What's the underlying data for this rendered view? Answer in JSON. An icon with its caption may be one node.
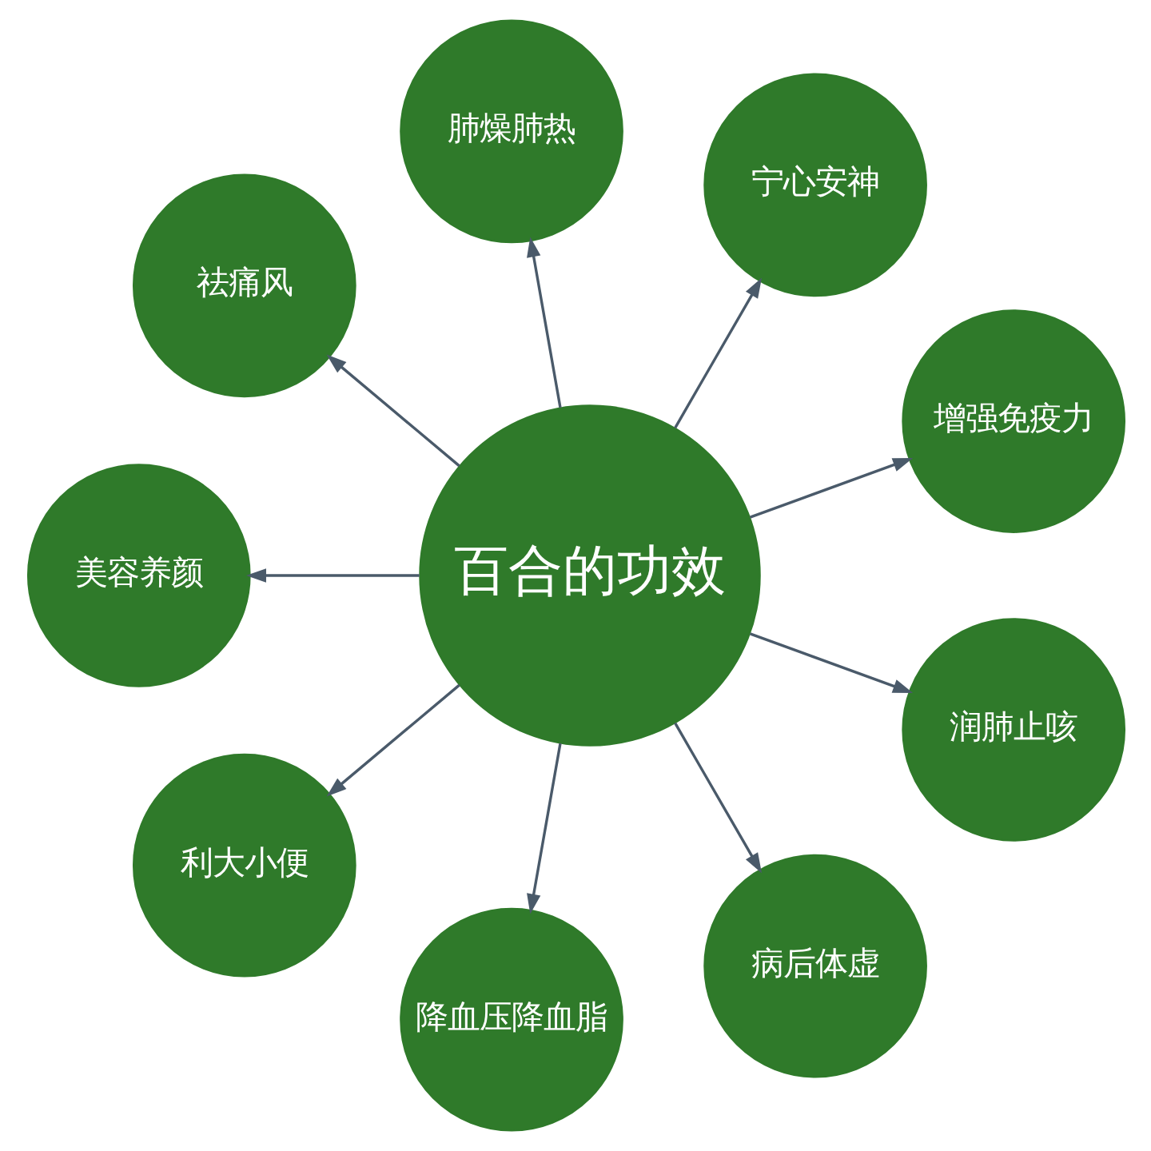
{
  "diagram": {
    "nodes": [
      {
        "text": [
          "百合的功效"
        ]
      },
      {
        "text": [
          "增强免疫力"
        ]
      },
      {
        "text": [
          "宁心安神"
        ]
      },
      {
        "text": [
          "肺燥肺热"
        ]
      },
      {
        "text": [
          "祛痛风"
        ]
      },
      {
        "text": [
          "美容养颜"
        ]
      },
      {
        "text": [
          "利大小便"
        ]
      },
      {
        "text": [
          "降血压降血脂"
        ]
      },
      {
        "text": [
          "病后体虚"
        ]
      },
      {
        "text": [
          "润肺止咳"
        ]
      }
    ],
    "edges": [
      {
        "from": 0,
        "to": 1,
        "arrow": "to"
      },
      {
        "from": 0,
        "to": 2,
        "arrow": "to"
      },
      {
        "from": 0,
        "to": 3,
        "arrow": "to"
      },
      {
        "from": 0,
        "to": 4,
        "arrow": "to"
      },
      {
        "from": 0,
        "to": 5,
        "arrow": "to"
      },
      {
        "from": 0,
        "to": 6,
        "arrow": "to"
      },
      {
        "from": 0,
        "to": 7,
        "arrow": "to"
      },
      {
        "from": 0,
        "to": 8,
        "arrow": "to"
      },
      {
        "from": 0,
        "to": 9,
        "arrow": "to"
      }
    ]
  }
}
